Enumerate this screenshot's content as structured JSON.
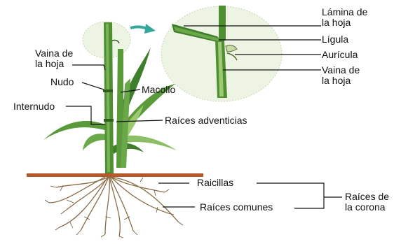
{
  "labels": {
    "lamina_hoja": "Lámina de\nla hoja",
    "ligula": "Lígula",
    "auricula": "Aurícula",
    "vaina_zoom": "Vaina de\nla hoja",
    "vaina_left": "Vaina de\nla hoja",
    "nudo": "Nudo",
    "macollo": "Macollo",
    "internudo": "Internudo",
    "raices_adventicias": "Raíces adventicias",
    "raicillas": "Raicillas",
    "raices_comunes": "Raíces comunes",
    "raices_corona": "Raíces de\nla corona"
  },
  "colors": {
    "leaf_dark": "#3f7f2c",
    "leaf_light": "#9cc972",
    "stem": "#4f8f33",
    "soil": "#b5582c",
    "root": "#8a6b45",
    "zoom_bg": "#eef4e3",
    "arrow": "#35a89c"
  }
}
